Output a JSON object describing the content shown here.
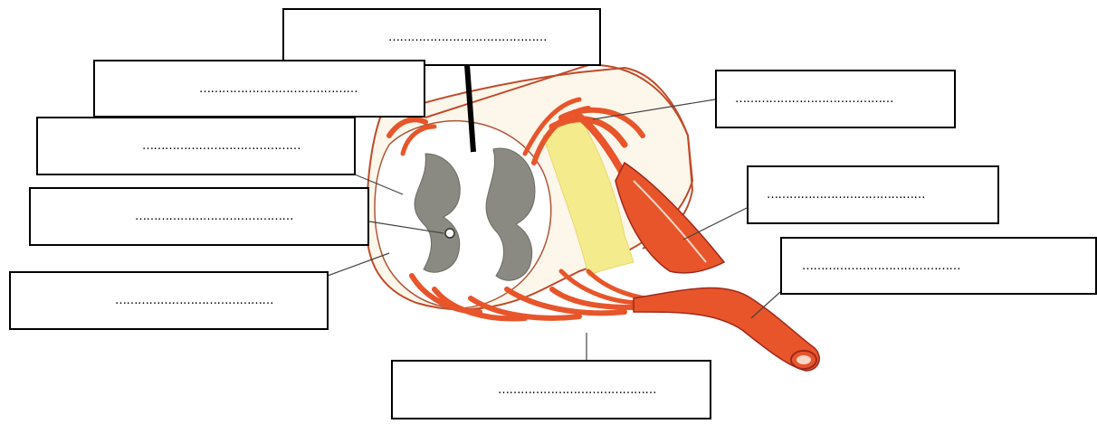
{
  "diagram": {
    "labels": [
      {
        "id": "top",
        "text": "……………………………………"
      },
      {
        "id": "left-1",
        "text": "……………………………………"
      },
      {
        "id": "left-2",
        "text": "……………………………………"
      },
      {
        "id": "left-3",
        "text": "……………………………………"
      },
      {
        "id": "left-4",
        "text": "……………………………………"
      },
      {
        "id": "right-1",
        "text": "……………………………………"
      },
      {
        "id": "right-2",
        "text": "……………………………………"
      },
      {
        "id": "right-3",
        "text": "……………………………………"
      },
      {
        "id": "bottom",
        "text": "……………………………………"
      }
    ],
    "colors": {
      "nerve": "#e8552b",
      "nerve_dark": "#a0281a",
      "grey_matter": "#8a8a82",
      "yellow_fat": "#f4ec8c",
      "tissue": "#fdf6ea",
      "outline": "#c04a2a"
    }
  }
}
